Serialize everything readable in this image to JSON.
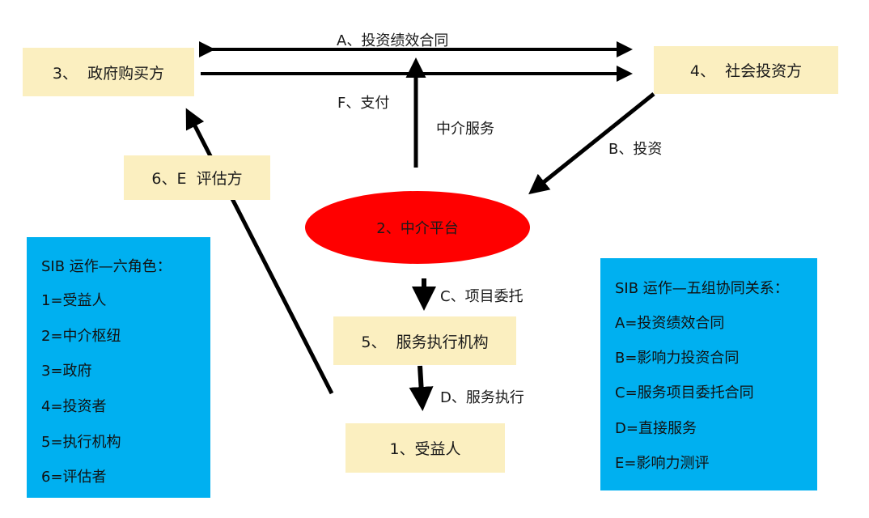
{
  "nodes": {
    "government": "3、  政府购买方",
    "investor": "4、  社会投资方",
    "evaluator": "6、E  评估方",
    "intermediary": "2、中介平台",
    "provider": "5、  服务执行机构",
    "beneficiary": "1、受益人"
  },
  "edges": {
    "a": "A、投资绩效合同",
    "f": "F、支付",
    "intermediary_service": "中介服务",
    "b": "B、投资",
    "c": "C、项目委托",
    "d": "D、服务执行"
  },
  "legend_roles": {
    "title": "SIB 运作—六角色：",
    "items": [
      "1=受益人",
      "2=中介枢纽",
      "3=政府",
      "4=投资者",
      "5=执行机构",
      "6=评估者"
    ]
  },
  "legend_relations": {
    "title": "SIB 运作—五组协同关系：",
    "items": [
      "A=投资绩效合同",
      "B=影响力投资合同",
      "C=服务项目委托合同",
      "D=直接服务",
      "E=影响力测评"
    ]
  },
  "colors": {
    "node_fill": "#fbefc0",
    "ellipse_fill": "#ff0000",
    "legend_fill": "#00b0f0",
    "arrow": "#000000"
  }
}
